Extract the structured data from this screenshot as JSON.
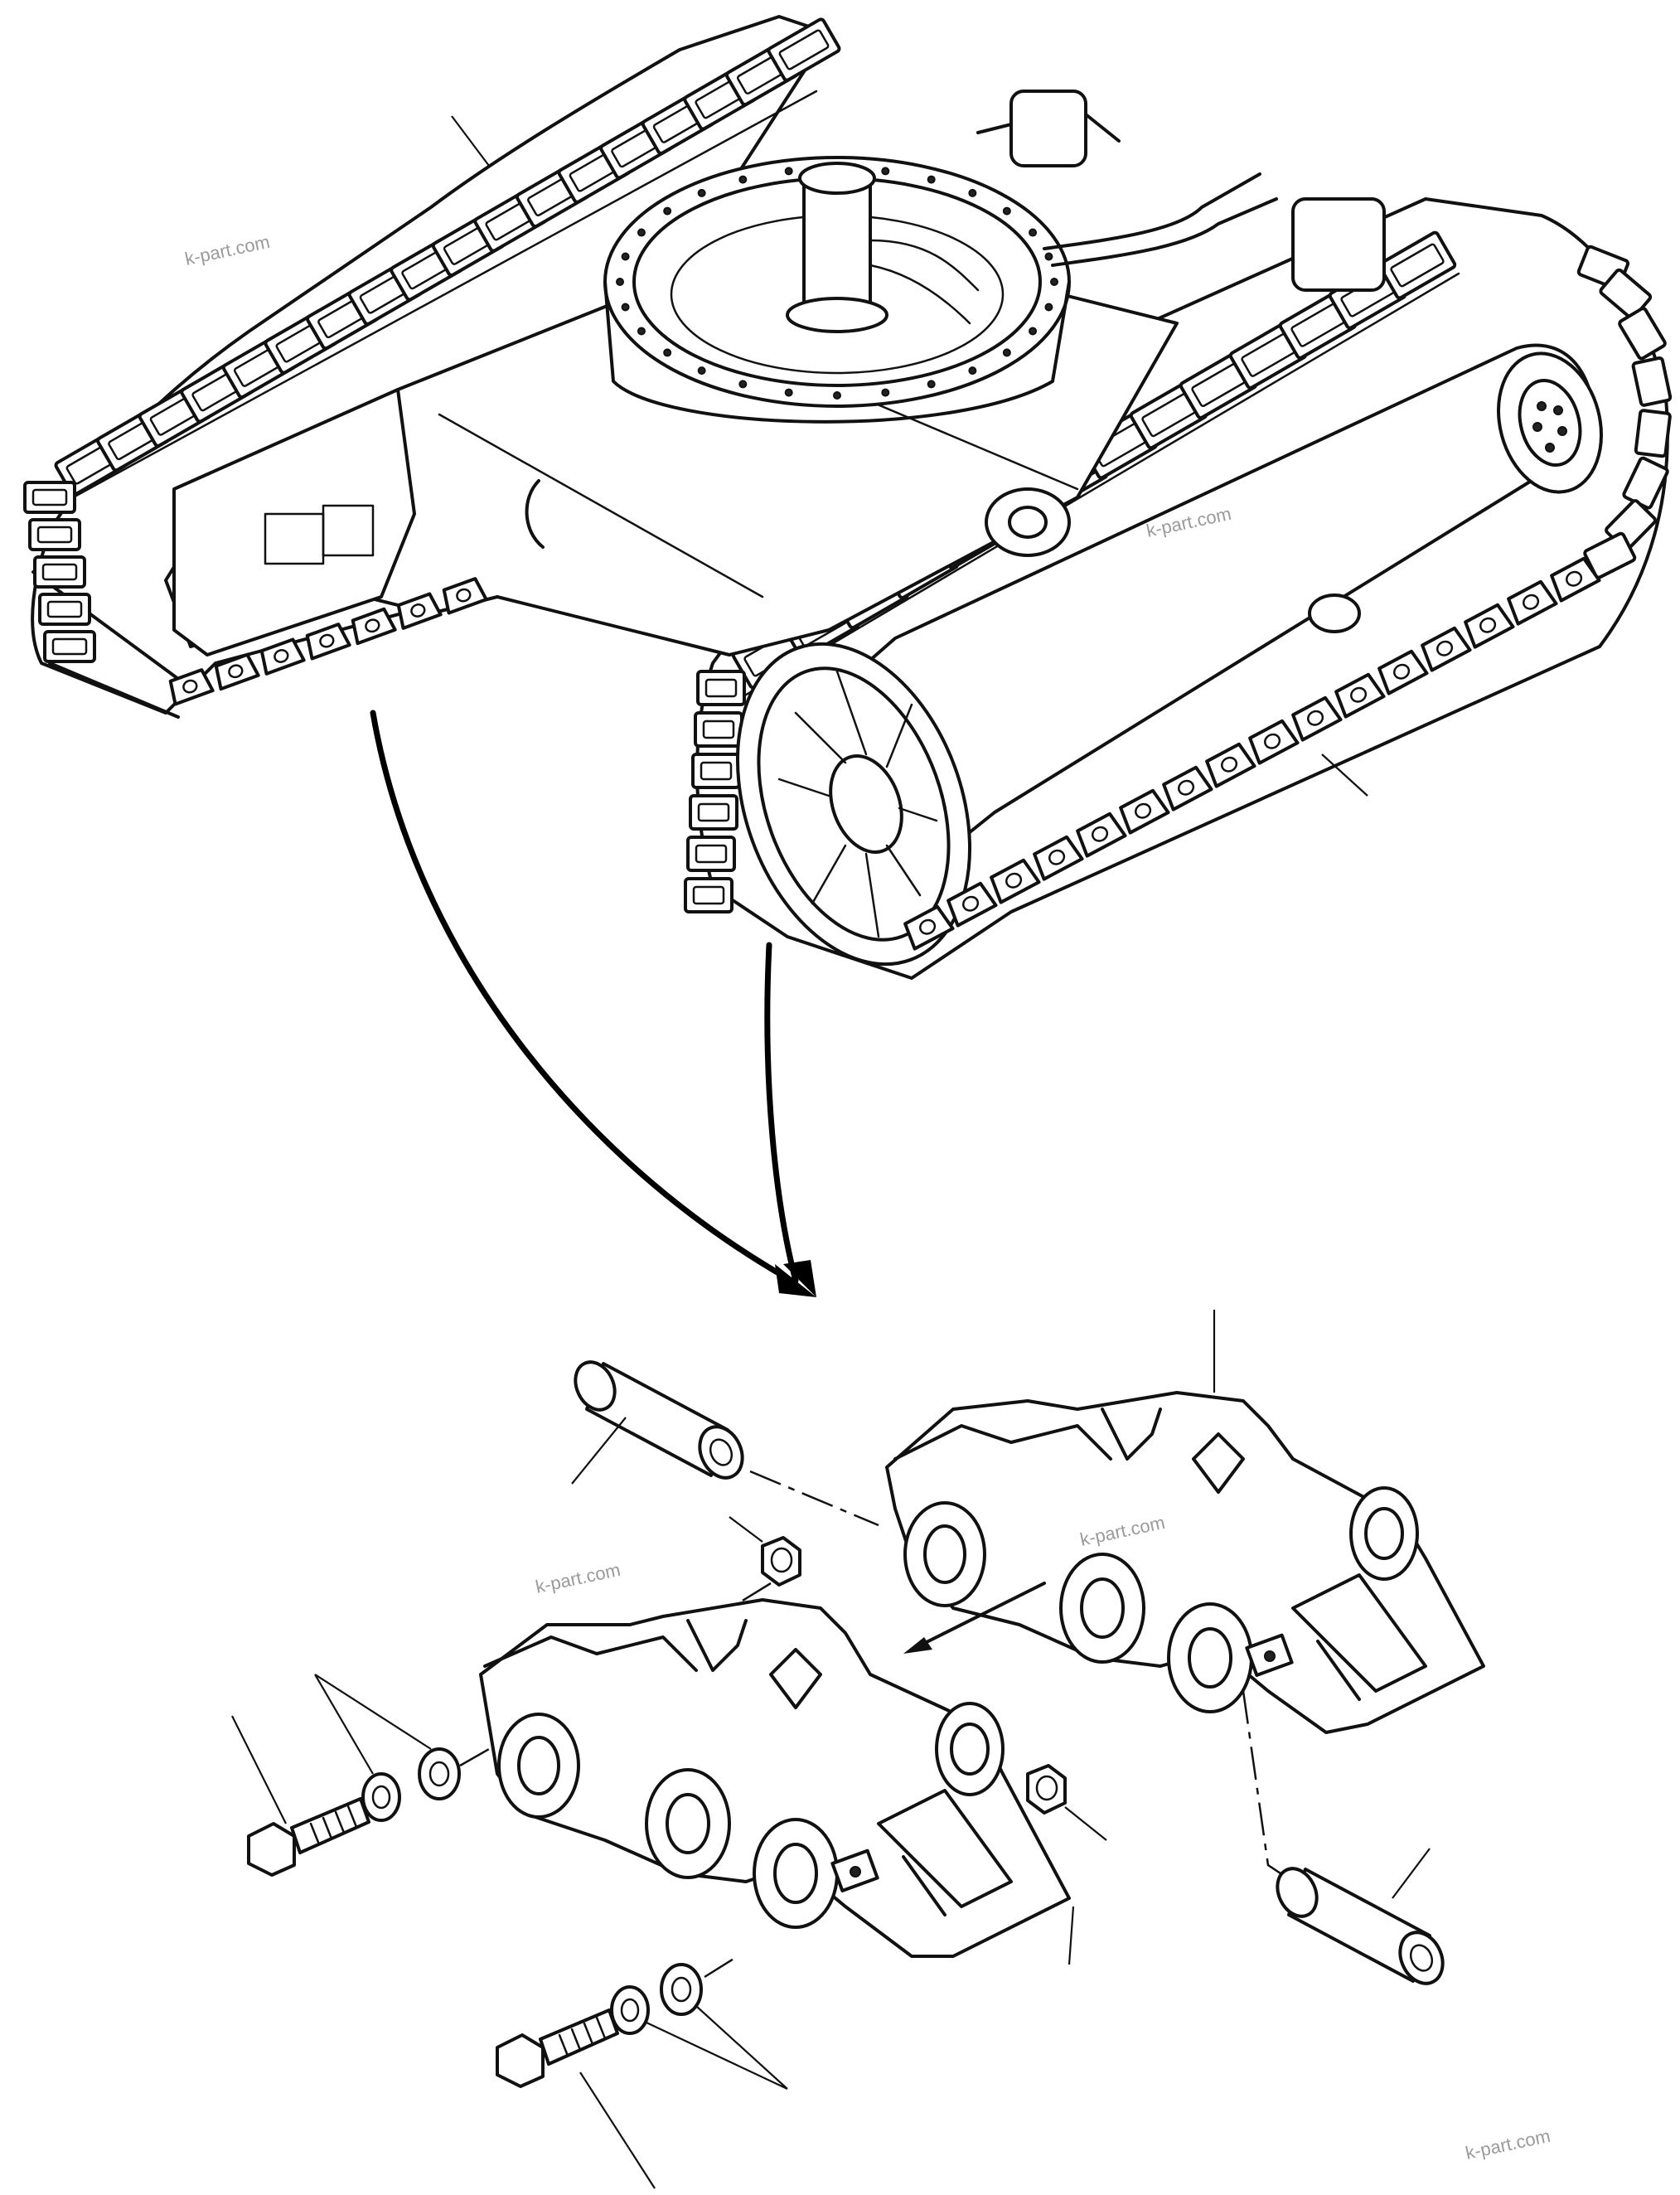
{
  "watermarks": [
    {
      "text": "k-part.com"
    },
    {
      "text": "k-part.com"
    },
    {
      "text": "k-part.com"
    },
    {
      "text": "k-part.com"
    },
    {
      "text": "k-part.com"
    }
  ],
  "colors": {
    "line": "#111111",
    "background": "#ffffff",
    "watermark": "#9a9a9a"
  }
}
